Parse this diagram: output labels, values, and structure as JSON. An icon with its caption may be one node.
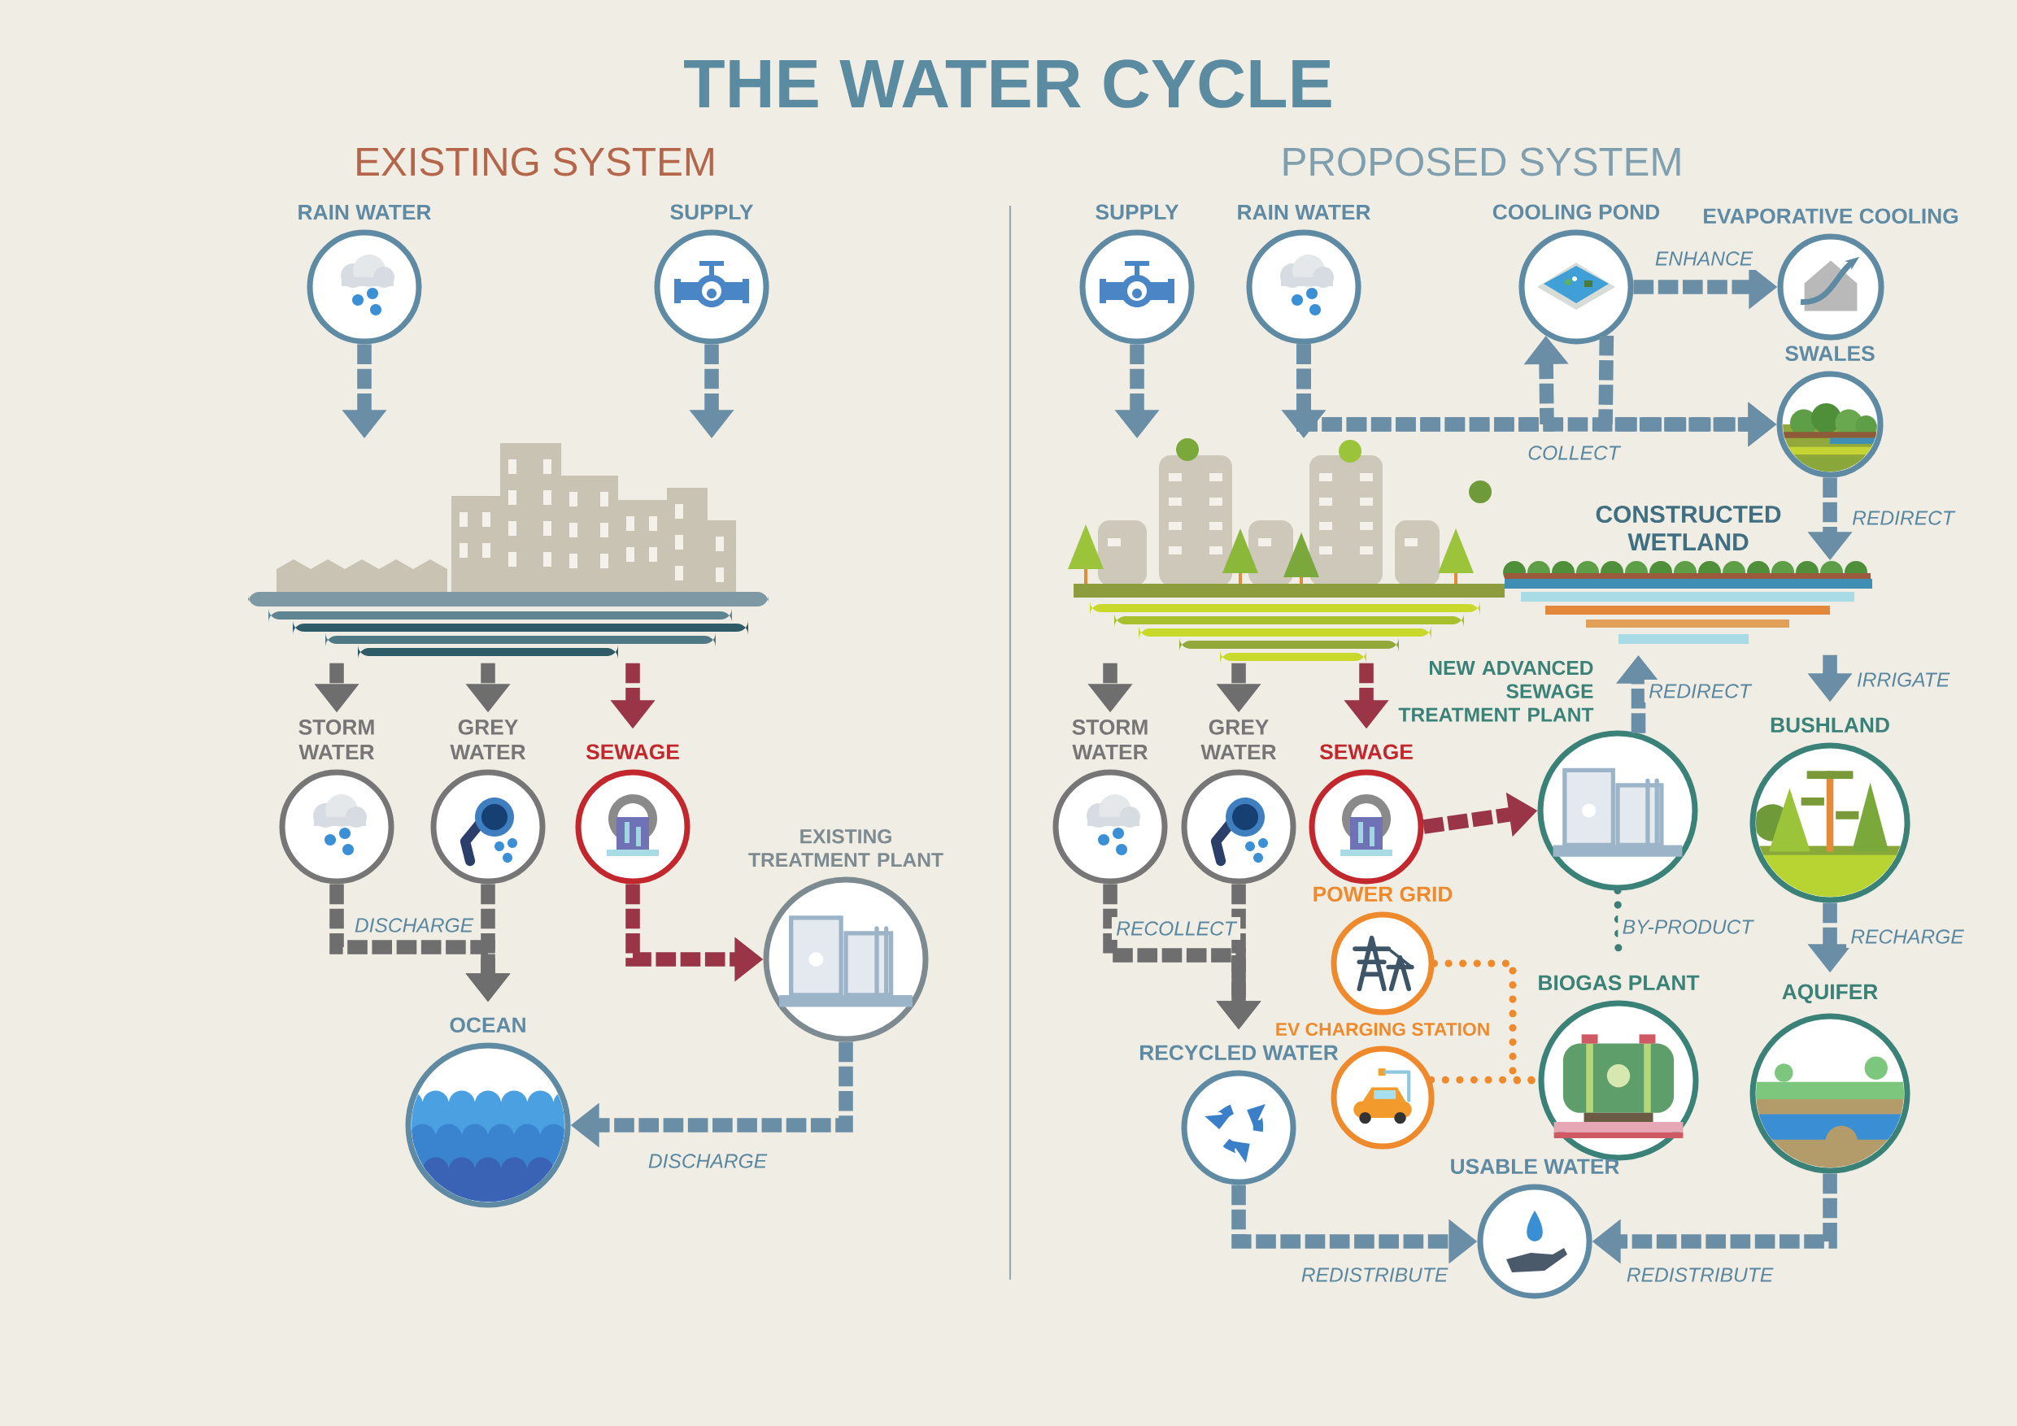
{
  "diagram": {
    "title": "THE WATER CYCLE",
    "nodes": [
      {
        "text": [
          "RAIN WATER"
        ]
      },
      {
        "text": [
          "SUPPLY"
        ]
      },
      {
        "text": [],
        "shape": "picture"
      },
      {
        "text": [
          "STORM WATER"
        ]
      },
      {
        "text": [
          "GREY WATER"
        ]
      },
      {
        "text": [
          "SEWAGE"
        ]
      },
      {
        "text": [
          "EXISTING TREATMENT PLANT"
        ]
      },
      {
        "text": [
          "OCEAN"
        ]
      },
      {
        "text": [
          "SUPPLY"
        ]
      },
      {
        "text": [
          "RAIN WATER"
        ]
      },
      {
        "text": [
          "COOLING POND"
        ]
      },
      {
        "text": [
          "EVAPORATIVE COOLING"
        ]
      },
      {
        "text": [
          "SWALES"
        ]
      },
      {
        "text": [],
        "shape": "picture"
      },
      {
        "text": [
          "CONSTRUCTED WETLAND"
        ]
      },
      {
        "text": [
          "STORM WATER"
        ]
      },
      {
        "text": [
          "GREY WATER"
        ]
      },
      {
        "text": [
          "SEWAGE"
        ]
      },
      {
        "text": [
          "NEW ADVANCED SEWAGE TREATMENT PLANT"
        ]
      },
      {
        "text": [
          "BUSHLAND"
        ]
      },
      {
        "text": [
          "POWER GRID"
        ]
      },
      {
        "text": [
          "EV CHARGING STATION"
        ]
      },
      {
        "text": [
          "BIOGAS PLANT"
        ]
      },
      {
        "text": [
          "AQUIFER"
        ]
      },
      {
        "text": [
          "RECYCLED WATER"
        ]
      },
      {
        "text": [
          "USABLE WATER"
        ]
      }
    ],
    "edges": [
      {
        "from": 0,
        "to": 2,
        "arrow": "to"
      },
      {
        "from": 1,
        "to": 2,
        "arrow": "to"
      },
      {
        "from": 2,
        "to": 3,
        "arrow": "to",
        "color": "#6e6e6e"
      },
      {
        "from": 2,
        "to": 4,
        "arrow": "to",
        "color": "#6e6e6e"
      },
      {
        "from": 2,
        "to": 5,
        "arrow": "to",
        "color": "#9a3548"
      },
      {
        "from": 3,
        "to": 7,
        "arrow": "to",
        "label": "DISCHARGE",
        "color": "#6e6e6e"
      },
      {
        "from": 4,
        "to": 7,
        "arrow": "to",
        "color": "#6e6e6e"
      },
      {
        "from": 5,
        "to": 6,
        "arrow": "to",
        "color": "#9a3548"
      },
      {
        "from": 6,
        "to": 7,
        "arrow": "to",
        "label": "DISCHARGE"
      },
      {
        "from": 8,
        "to": 13,
        "arrow": "to"
      },
      {
        "from": 9,
        "to": 13,
        "arrow": "to"
      },
      {
        "from": 9,
        "to": 12,
        "arrow": "to",
        "label": "COLLECT"
      },
      {
        "from": 9,
        "to": 10,
        "arrow": "to"
      },
      {
        "from": 10,
        "to": 12,
        "arrow": "to"
      },
      {
        "from": 10,
        "to": 11,
        "arrow": "to",
        "label": "ENHANCE"
      },
      {
        "from": 12,
        "to": 14,
        "arrow": "to",
        "label": "REDIRECT"
      },
      {
        "from": 14,
        "to": 19,
        "arrow": "to",
        "label": "IRRIGATE"
      },
      {
        "from": 13,
        "to": 15,
        "arrow": "to",
        "color": "#6e6e6e"
      },
      {
        "from": 13,
        "to": 16,
        "arrow": "to",
        "color": "#6e6e6e"
      },
      {
        "from": 13,
        "to": 17,
        "arrow": "to",
        "color": "#9a3548"
      },
      {
        "from": 17,
        "to": 18,
        "arrow": "to",
        "color": "#9a3548"
      },
      {
        "from": 18,
        "to": 14,
        "arrow": "to",
        "label": "REDIRECT"
      },
      {
        "from": 18,
        "to": 22,
        "arrow": "none",
        "label": "BY-PRODUCT",
        "style": "dashed",
        "color": "#3d7f78"
      },
      {
        "from": 19,
        "to": 23,
        "arrow": "to",
        "label": "RECHARGE"
      },
      {
        "from": 20,
        "to": 22,
        "arrow": "none",
        "style": "dashed",
        "color": "#ef8a2c"
      },
      {
        "from": 21,
        "to": 22,
        "arrow": "none",
        "style": "dashed",
        "color": "#ef8a2c"
      },
      {
        "from": 15,
        "to": 24,
        "arrow": "to",
        "label": "RECOLLECT",
        "color": "#6e6e6e"
      },
      {
        "from": 16,
        "to": 24,
        "arrow": "to",
        "color": "#6e6e6e"
      },
      {
        "from": 24,
        "to": 25,
        "arrow": "to",
        "label": "REDISTRIBUTE"
      },
      {
        "from": 23,
        "to": 25,
        "arrow": "to",
        "label": "REDISTRIBUTE"
      }
    ],
    "labels": [
      "EXISTING SYSTEM",
      "PROPOSED SYSTEM"
    ]
  }
}
